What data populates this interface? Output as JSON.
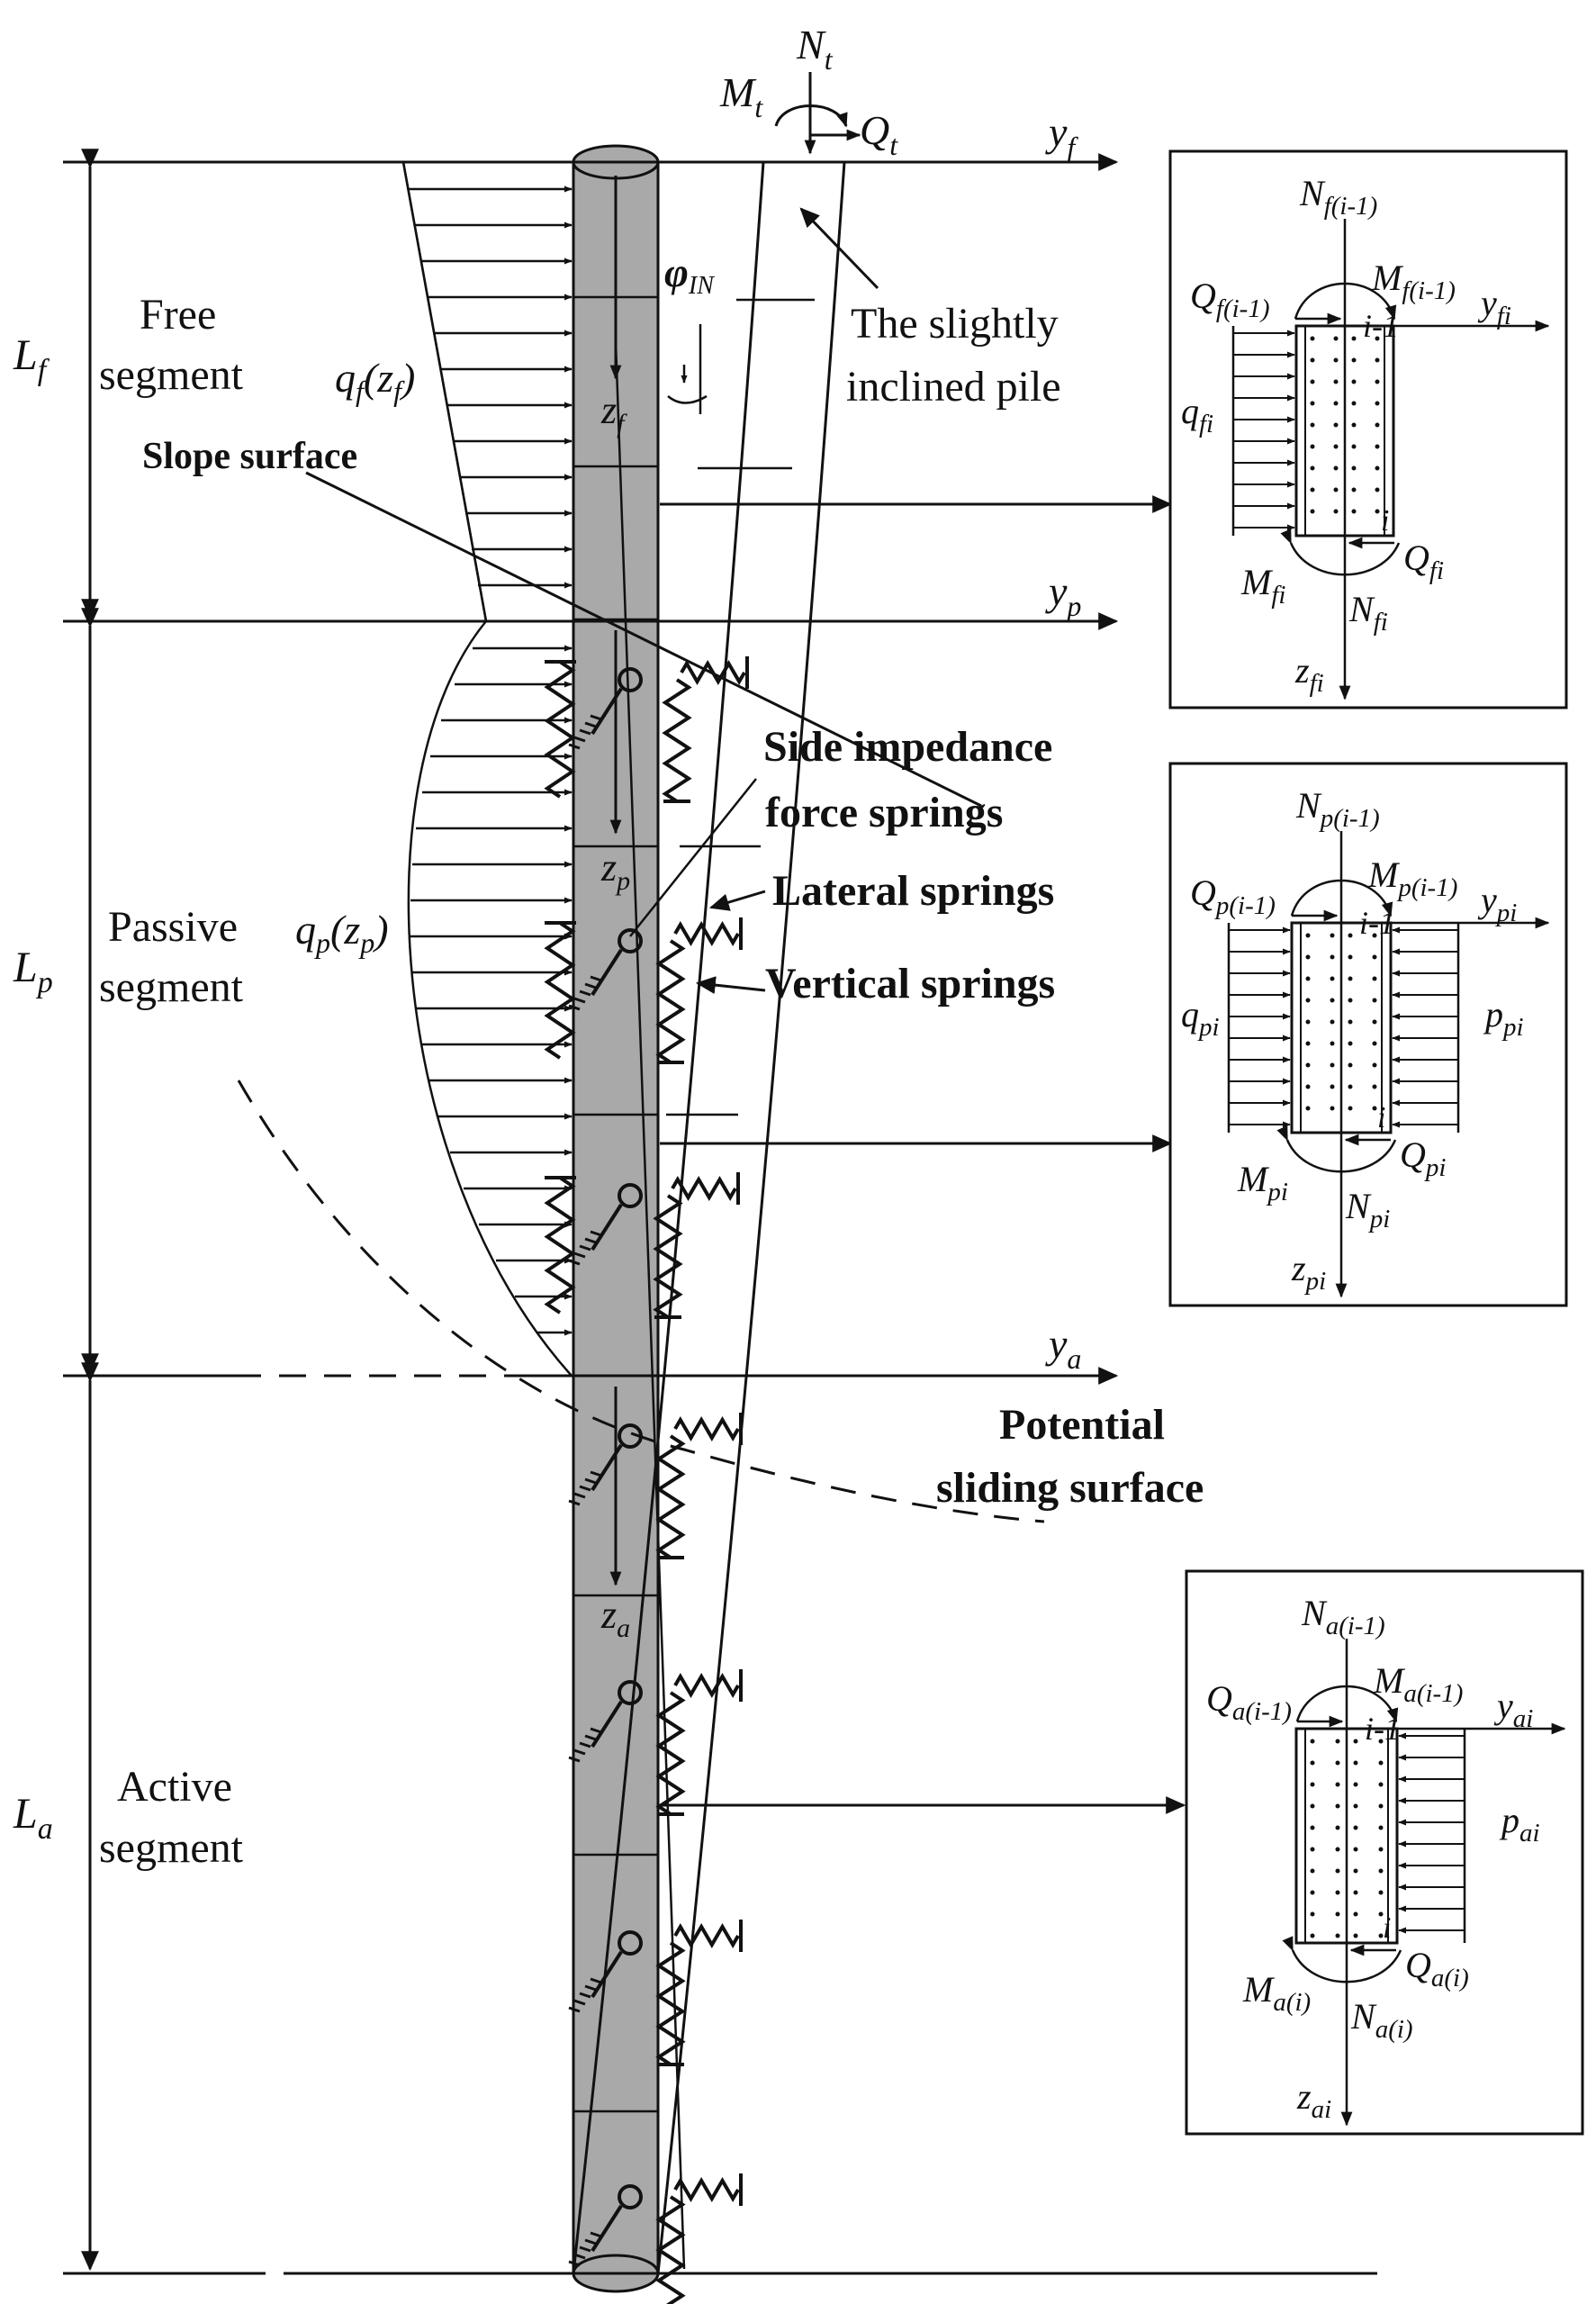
{
  "labels": {
    "Nt": "N",
    "Nt_sub": "t",
    "Mt": "M",
    "Mt_sub": "t",
    "Qt": "Q",
    "Qt_sub": "t",
    "yf": "y",
    "yf_sub": "f",
    "yp": "y",
    "yp_sub": "p",
    "ya": "y",
    "ya_sub": "a",
    "Lf": "L",
    "Lf_sub": "f",
    "Lp": "L",
    "Lp_sub": "p",
    "La": "L",
    "La_sub": "a",
    "free1": "Free",
    "free2": "segment",
    "passive1": "Passive",
    "passive2": "segment",
    "active1": "Active",
    "active2": "segment",
    "qf": "q",
    "qf_sub": "f",
    "qf_arg": "(z",
    "qf_arg_sub": "f",
    "qf_close": ")",
    "qp": "q",
    "qp_sub": "p",
    "qp_arg": "(z",
    "qp_arg_sub": "p",
    "qp_close": ")",
    "zf": "z",
    "zf_sub": "f",
    "zp": "z",
    "zp_sub": "p",
    "za": "z",
    "za_sub": "a",
    "phi": "φ",
    "phi_sub": "IN",
    "slope_surface": "Slope surface",
    "inclined1": "The slightly",
    "inclined2": "inclined pile",
    "side1": "Side impedance",
    "side2": "force springs",
    "lateral": "Lateral springs",
    "vertical": "Vertical springs",
    "potential1": "Potential",
    "potential2": "sliding surface"
  },
  "box_f": {
    "N_top": "N",
    "N_top_sub": "f(i-1)",
    "M_top": "M",
    "M_top_sub": "f(i-1)",
    "Q_top": "Q",
    "Q_top_sub": "f(i-1)",
    "i_minus": "i-1",
    "y": "y",
    "y_sub": "fi",
    "q": "q",
    "q_sub": "fi",
    "i": "i",
    "M_bot": "M",
    "M_bot_sub": "fi",
    "Q_bot": "Q",
    "Q_bot_sub": "fi",
    "N_bot": "N",
    "N_bot_sub": "fi",
    "z": "z",
    "z_sub": "fi"
  },
  "box_p": {
    "N_top": "N",
    "N_top_sub": "p(i-1)",
    "Q_top": "Q",
    "Q_top_sub": "p(i-1)",
    "M_top": "M",
    "M_top_sub": "p(i-1)",
    "i_minus": "i-1",
    "y": "y",
    "y_sub": "pi",
    "q": "q",
    "q_sub": "pi",
    "p": "p",
    "p_sub": "pi",
    "i": "i",
    "M_bot": "M",
    "M_bot_sub": "pi",
    "Q_bot": "Q",
    "Q_bot_sub": "pi",
    "N_bot": "N",
    "N_bot_sub": "pi",
    "z": "z",
    "z_sub": "pi"
  },
  "box_a": {
    "N_top": "N",
    "N_top_sub": "a(i-1)",
    "M_top": "M",
    "M_top_sub": "a(i-1)",
    "Q_top": "Q",
    "Q_top_sub": "a(i-1)",
    "i_minus": "i-1",
    "y": "y",
    "y_sub": "ai",
    "p": "p",
    "p_sub": "ai",
    "i": "i",
    "M_bot": "M",
    "M_bot_sub": "a(i)",
    "Q_bot": "Q",
    "Q_bot_sub": "a(i)",
    "N_bot": "N",
    "N_bot_sub": "a(i)",
    "z": "z",
    "z_sub": "ai"
  },
  "colors": {
    "pile": "#a9a9a9",
    "line": "#111111",
    "background": "#ffffff"
  }
}
